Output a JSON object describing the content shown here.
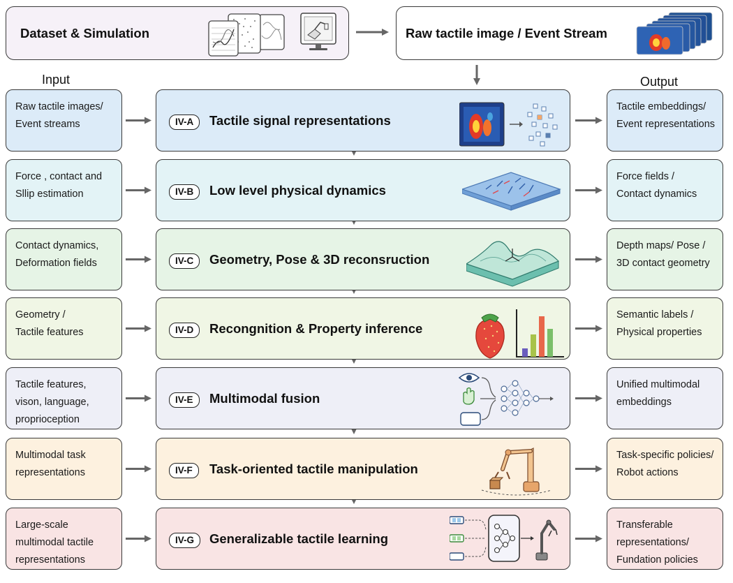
{
  "top": {
    "dataset_title": "Dataset & Simulation",
    "stream_title": "Raw tactile image / Event Stream"
  },
  "columns": {
    "input": "Input",
    "output": "Output"
  },
  "stages": [
    {
      "tag": "IV-A",
      "title": "Tactile signal representations",
      "input": "Raw tactile images/\nEvent streams",
      "output": "Tactile embeddings/\nEvent representations",
      "bg": "#dcebf8",
      "icon": "heatmap-to-points-icon"
    },
    {
      "tag": "IV-B",
      "title": "Low level physical dynamics",
      "input": "Force , contact and\nSllip estimation",
      "output": "Force fields /\nContact dynamics",
      "bg": "#e3f3f6",
      "icon": "force-field-plate-icon"
    },
    {
      "tag": "IV-C",
      "title": "Geometry, Pose & 3D reconsruction",
      "input": "Contact dynamics,\nDeformation fields",
      "output": "Depth maps/ Pose /\n3D contact geometry",
      "bg": "#e6f4e6",
      "icon": "terrain-surface-icon"
    },
    {
      "tag": "IV-D",
      "title": "Recongnition & Property inference",
      "input": "Geometry /\nTactile features",
      "output": "Semantic labels /\nPhysical properties",
      "bg": "#f0f6e5",
      "icon": "strawberry-bar-chart-icon"
    },
    {
      "tag": "IV-E",
      "title": "Multimodal fusion",
      "input": "Tactile features,\nvison, language,\nproprioception",
      "output": "Unified multimodal\nembeddings",
      "bg": "#eeeff7",
      "icon": "multimodal-network-icon"
    },
    {
      "tag": "IV-F",
      "title": "Task-oriented tactile manipulation",
      "input": "Multimodal task\nrepresentations",
      "output": "Task-specific policies/\nRobot actions",
      "bg": "#fdf1df",
      "icon": "robot-arm-icon"
    },
    {
      "tag": "IV-G",
      "title": "Generalizable tactile learning",
      "input": "Large-scale\nmultimodal tactile\nrepresentations",
      "output": "Transferable\nrepresentations/\nFundation policies",
      "bg": "#f9e4e4",
      "icon": "network-to-robot-icon"
    }
  ],
  "colors": {
    "stroke": "#3a3a3a",
    "arrow": "#666666",
    "top_bg": "#f6f1f8",
    "blue_bg": "#dcebf8",
    "teal_bg": "#e3f3f6",
    "green_bg": "#e6f4e6",
    "lime_bg": "#f0f6e5",
    "lavender_bg": "#eeeff7",
    "orange_bg": "#fdf1df",
    "pink_bg": "#f9e4e4"
  }
}
